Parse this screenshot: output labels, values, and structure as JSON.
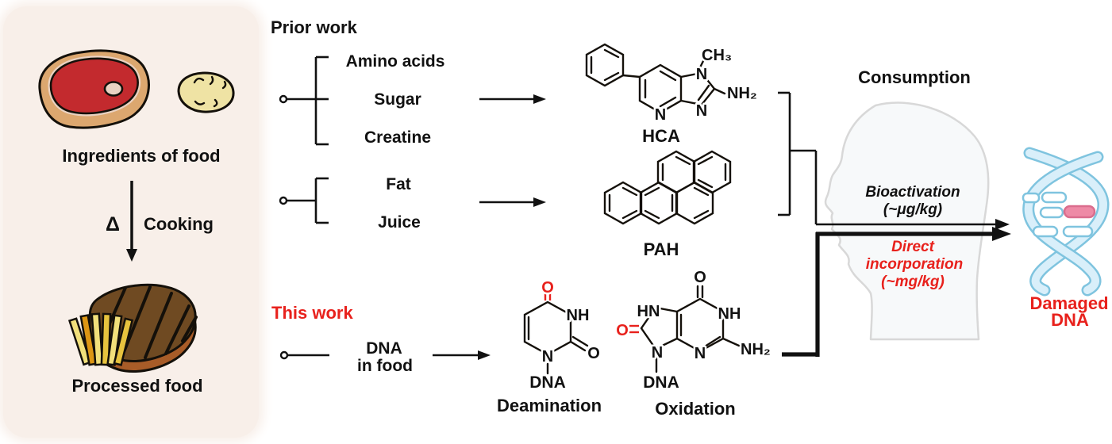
{
  "colors": {
    "black": "#111111",
    "red": "#e8211c",
    "panel_bg": "#f8efe9",
    "meat_red": "#c32a2e",
    "fat_tan": "#dca76f",
    "fat_light": "#ead2c2",
    "potato": "#efe3a4",
    "steak_brown": "#6f4a22",
    "steak_side": "#a85c28",
    "fry_yellow": "#f2e07b",
    "fry_orange": "#dd9614",
    "fry_gold": "#e7c33e",
    "dna_stroke": "#7fc4df",
    "dna_fill": "#d9effa",
    "damaged_pink": "#ee8aa6",
    "head_gray": "#d8d8d8"
  },
  "left_panel": {
    "ingredients_label": "Ingredients of food",
    "delta_symbol": "Δ",
    "cooking_label": "Cooking",
    "processed_label": "Processed food"
  },
  "prior_work": {
    "heading": "Prior work",
    "group1_items": [
      "Amino acids",
      "Sugar",
      "Creatine"
    ],
    "group2_items": [
      "Fat",
      "Juice"
    ]
  },
  "this_work": {
    "heading": "This work",
    "source_line1": "DNA",
    "source_line2": "in food"
  },
  "molecules": {
    "hca": {
      "label": "HCA",
      "ch3": "CH₃",
      "nh2": "NH₂",
      "n_imidazole_top": "N",
      "n_imidazole_bottom": "N",
      "n_pyridine": "N"
    },
    "pah": {
      "label": "PAH"
    },
    "deamination": {
      "caption": "Deamination",
      "o_top": "O",
      "nh": "NH",
      "o_right": "O",
      "n_bottom": "N",
      "dna": "DNA"
    },
    "oxidation": {
      "caption": "Oxidation",
      "o_top": "O",
      "o_left": "O",
      "hn": "HN",
      "nh": "NH",
      "nh2": "NH₂",
      "n_bottom": "N",
      "n9": "N",
      "dna": "DNA"
    }
  },
  "consumption": {
    "heading": "Consumption",
    "bioactivation_line1": "Bioactivation",
    "bioactivation_line2": "(~μg/kg)",
    "direct_line1": "Direct",
    "direct_line2": "incorporation",
    "direct_line3": "(~mg/kg)"
  },
  "damaged_dna": {
    "line1": "Damaged",
    "line2": "DNA"
  }
}
